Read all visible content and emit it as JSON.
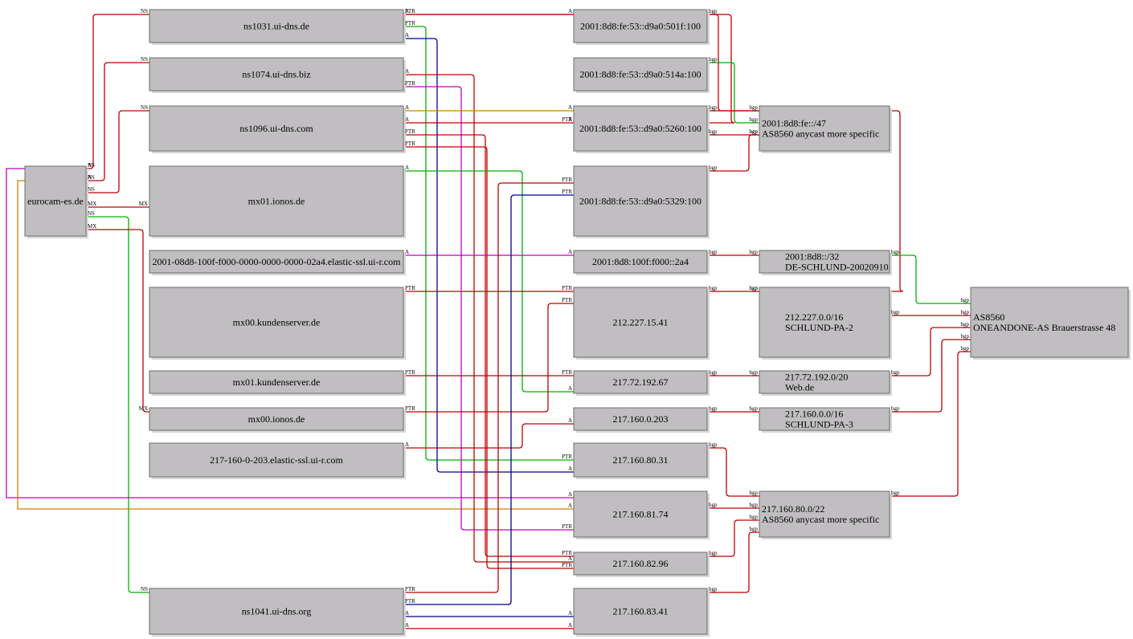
{
  "colors": {
    "red": "#c00000",
    "green": "#00b000",
    "blue": "#000090",
    "magenta": "#c000c0",
    "orange": "#d08000"
  },
  "nodes": {
    "eurocam": {
      "lines": [
        "eurocam-es.de"
      ]
    },
    "ns1031": {
      "lines": [
        "ns1031.ui-dns.de"
      ]
    },
    "ns1074": {
      "lines": [
        "ns1074.ui-dns.biz"
      ]
    },
    "ns1096": {
      "lines": [
        "ns1096.ui-dns.com"
      ]
    },
    "mx01ionos": {
      "lines": [
        "mx01.ionos.de"
      ]
    },
    "ptr2a4": {
      "lines": [
        "2001-08d8-100f-f000-0000-0000-0000-02a4.elastic-ssl.ui-r.com"
      ]
    },
    "mx00ks": {
      "lines": [
        "mx00.kundenserver.de"
      ]
    },
    "mx01ks": {
      "lines": [
        "mx01.kundenserver.de"
      ]
    },
    "mx00ionos": {
      "lines": [
        "mx00.ionos.de"
      ]
    },
    "ptr203": {
      "lines": [
        "217-160-0-203.elastic-ssl.ui-r.com"
      ]
    },
    "ns1041": {
      "lines": [
        "ns1041.ui-dns.org"
      ]
    },
    "ip501f": {
      "lines": [
        "2001:8d8:fe:53::d9a0:501f:100"
      ]
    },
    "ip514a": {
      "lines": [
        "2001:8d8:fe:53::d9a0:514a:100"
      ]
    },
    "ip5260": {
      "lines": [
        "2001:8d8:fe:53::d9a0:5260:100"
      ]
    },
    "ip5329": {
      "lines": [
        "2001:8d8:fe:53::d9a0:5329:100"
      ]
    },
    "ip2a4": {
      "lines": [
        "2001:8d8:100f:f000::2a4"
      ]
    },
    "ip15_41": {
      "lines": [
        "212.227.15.41"
      ]
    },
    "ip192_67": {
      "lines": [
        "217.72.192.67"
      ]
    },
    "ip0_203": {
      "lines": [
        "217.160.0.203"
      ]
    },
    "ip80_31": {
      "lines": [
        "217.160.80.31"
      ]
    },
    "ip81_74": {
      "lines": [
        "217.160.81.74"
      ]
    },
    "ip82_96": {
      "lines": [
        "217.160.82.96"
      ]
    },
    "ip83_41": {
      "lines": [
        "217.160.83.41"
      ]
    },
    "pfx_fe47": {
      "lines": [
        "2001:8d8:fe::/47",
        "AS8560 anycast more specific"
      ]
    },
    "pfx_d8_32": {
      "lines": [
        "2001:8d8::/32",
        "DE-SCHLUND-20020910"
      ]
    },
    "pfx_212": {
      "lines": [
        "212.227.0.0/16",
        "SCHLUND-PA-2"
      ]
    },
    "pfx_217_72": {
      "lines": [
        "217.72.192.0/20",
        "Web.de"
      ]
    },
    "pfx_217_160": {
      "lines": [
        "217.160.0.0/16",
        "SCHLUND-PA-3"
      ]
    },
    "pfx_217_80": {
      "lines": [
        "217.160.80.0/22",
        "AS8560 anycast more specific"
      ]
    },
    "as8560": {
      "lines": [
        "AS8560",
        "ONEANDONE-AS Brauerstrasse 48"
      ]
    }
  },
  "edges": [
    {
      "from": "eurocam",
      "to": "ns1031",
      "label": "NS",
      "color": "red"
    },
    {
      "from": "eurocam",
      "to": "ns1074",
      "label": "NS",
      "color": "red"
    },
    {
      "from": "eurocam",
      "to": "ns1096",
      "label": "NS",
      "color": "red"
    },
    {
      "from": "eurocam",
      "to": "mx01ionos",
      "label": "MX",
      "color": "red"
    },
    {
      "from": "eurocam",
      "to": "ns1041",
      "label": "NS",
      "color": "green"
    },
    {
      "from": "eurocam",
      "to": "mx00ionos",
      "label": "MX",
      "color": "red"
    },
    {
      "from": "eurocam",
      "to": "ip81_74",
      "label": "A",
      "color": "magenta"
    },
    {
      "from": "eurocam",
      "to": "ip81_74",
      "label": "A",
      "color": "orange"
    },
    {
      "from": "ns1031",
      "to": "ip501f",
      "label": "A",
      "color": "red"
    },
    {
      "from": "ns1031",
      "to": "ip80_31",
      "label": "PTR",
      "color": "green"
    },
    {
      "from": "ns1031",
      "to": "ip80_31",
      "label": "A",
      "color": "blue"
    },
    {
      "from": "ns1074",
      "to": "ip514a",
      "label": "A",
      "color": "red"
    },
    {
      "from": "ns1074",
      "to": "ip82_96",
      "label": "PTR",
      "color": "magenta"
    },
    {
      "from": "ns1074",
      "to": "ip81_74",
      "label": "A",
      "color": "orange"
    },
    {
      "from": "ns1096",
      "to": "ip5260",
      "label": "A",
      "color": "red"
    },
    {
      "from": "ns1096",
      "to": "ip5260",
      "label": "PTR",
      "color": "red"
    },
    {
      "from": "ns1096",
      "to": "ip82_96",
      "label": "PTR",
      "color": "red"
    },
    {
      "from": "ns1096",
      "to": "ip82_96",
      "label": "A",
      "color": "green"
    },
    {
      "from": "mx01ionos",
      "to": "ip192_67",
      "label": "A",
      "color": "magenta"
    },
    {
      "from": "ptr2a4",
      "to": "ip2a4",
      "label": "PTR",
      "color": "red"
    },
    {
      "from": "mx00ks",
      "to": "ip15_41",
      "label": "PTR",
      "color": "red"
    },
    {
      "from": "mx01ks",
      "to": "ip192_67",
      "label": "PTR",
      "color": "red"
    },
    {
      "from": "mx00ionos",
      "to": "ip15_41",
      "label": "A",
      "color": "red"
    },
    {
      "from": "ptr203",
      "to": "ip0_203",
      "label": "PTR",
      "color": "red"
    },
    {
      "from": "ns1041",
      "to": "ip5329",
      "label": "PTR",
      "color": "blue"
    },
    {
      "from": "ns1041",
      "to": "ip5329",
      "label": "A",
      "color": "blue"
    },
    {
      "from": "ns1041",
      "to": "ip83_41",
      "label": "A",
      "color": "red"
    },
    {
      "from": "ns1041",
      "to": "ip83_41",
      "label": "PTR",
      "color": "red"
    },
    {
      "from": "ip501f",
      "to": "pfx_fe47",
      "label": "bgp",
      "color": "red"
    },
    {
      "from": "ip501f",
      "to": "pfx_fe47",
      "label": "bgp",
      "color": "green"
    },
    {
      "from": "ip514a",
      "to": "pfx_fe47",
      "label": "bgp",
      "color": "red"
    },
    {
      "from": "ip5260",
      "to": "pfx_fe47",
      "label": "bgp",
      "color": "red"
    },
    {
      "from": "ip5329",
      "to": "pfx_fe47",
      "label": "bgp",
      "color": "red"
    },
    {
      "from": "ip2a4",
      "to": "pfx_d8_32",
      "label": "bgp",
      "color": "red"
    },
    {
      "from": "ip15_41",
      "to": "pfx_212",
      "label": "bgp",
      "color": "red"
    },
    {
      "from": "ip192_67",
      "to": "pfx_217_72",
      "label": "bgp",
      "color": "red"
    },
    {
      "from": "ip0_203",
      "to": "pfx_217_160",
      "label": "bgp",
      "color": "red"
    },
    {
      "from": "ip80_31",
      "to": "pfx_217_80",
      "label": "bgp",
      "color": "red"
    },
    {
      "from": "ip81_74",
      "to": "pfx_217_80",
      "label": "bgp",
      "color": "red"
    },
    {
      "from": "ip82_96",
      "to": "pfx_217_80",
      "label": "bgp",
      "color": "red"
    },
    {
      "from": "ip83_41",
      "to": "pfx_217_80",
      "label": "bgp",
      "color": "red"
    },
    {
      "from": "pfx_fe47",
      "to": "as8560",
      "label": "bgp",
      "color": "green"
    },
    {
      "from": "pfx_d8_32",
      "to": "as8560",
      "label": "bgp",
      "color": "red"
    },
    {
      "from": "pfx_212",
      "to": "as8560",
      "label": "bgp",
      "color": "red"
    },
    {
      "from": "pfx_217_72",
      "to": "as8560",
      "label": "bgp",
      "color": "red"
    },
    {
      "from": "pfx_217_160",
      "to": "as8560",
      "label": "bgp",
      "color": "red"
    },
    {
      "from": "pfx_217_80",
      "to": "as8560",
      "label": "bgp",
      "color": "red"
    }
  ]
}
